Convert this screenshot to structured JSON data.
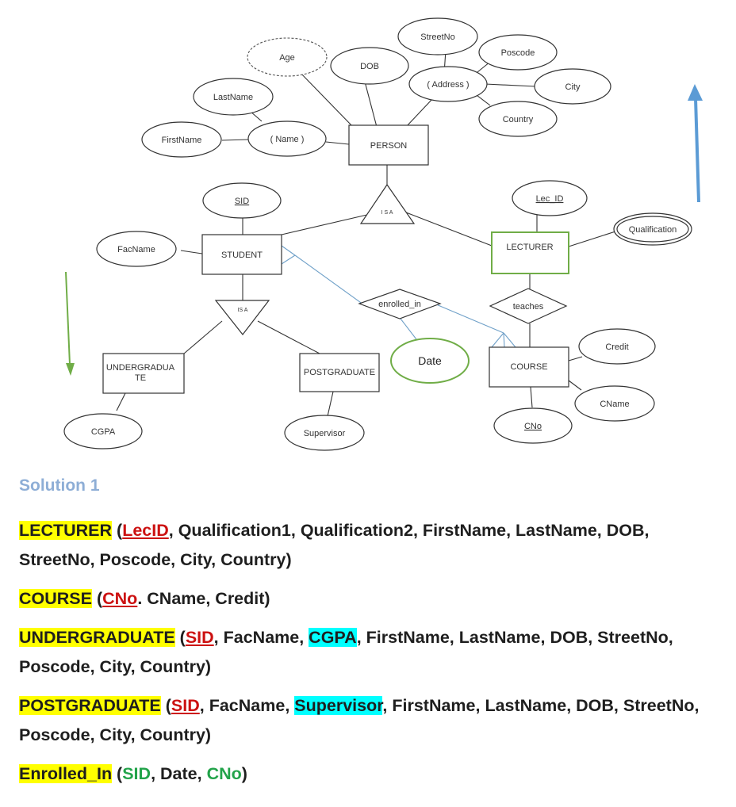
{
  "diagram": {
    "entities": {
      "person": "PERSON",
      "student": "STUDENT",
      "lecturer": "LECTURER",
      "undergraduate_line1": "UNDERGRADUA",
      "undergraduate_line2": "TE",
      "postgraduate": "POSTGRADUATE",
      "course": "COURSE"
    },
    "attributes": {
      "age": "Age",
      "dob": "DOB",
      "street_no": "StreetNo",
      "poscode": "Poscode",
      "address": "( Address )",
      "city": "City",
      "country": "Country",
      "last_name": "LastName",
      "first_name": "FirstName",
      "name": "( Name )",
      "sid": "SID",
      "fac_name": "FacName",
      "lec_id": "Lec_ID",
      "qualification": "Qualification",
      "credit": "Credit",
      "cname": "CName",
      "cno": "CNo",
      "cgpa": "CGPA",
      "supervisor": "Supervisor",
      "date": "Date"
    },
    "relationships": {
      "isa_top": "I S A",
      "isa_student": "IS A",
      "enrolled_in": "enrolled_in",
      "teaches": "teaches"
    },
    "arrow_colors": {
      "up": "#5b9bd5",
      "down": "#70ad47"
    }
  },
  "solution": {
    "heading": "Solution 1",
    "lecturer": {
      "name": "LECTURER",
      "open": " (",
      "key": "LecID",
      "rest": ", Qualification1, Qualification2, FirstName, LastName, DOB, StreetNo, Poscode, City, Country)"
    },
    "course": {
      "name": "COURSE",
      "open": " (",
      "key": "CNo",
      "rest": ". CName, Credit)"
    },
    "undergraduate": {
      "name": "UNDERGRADUATE",
      "open": " (",
      "key": "SID",
      "mid": ", FacName, ",
      "highlight": "CGPA",
      "rest": ", FirstName, LastName, DOB, StreetNo, Poscode, City, Country)"
    },
    "postgraduate": {
      "name": "POSTGRADUATE",
      "open": " (",
      "key": "SID",
      "mid": ", FacName, ",
      "highlight": "Supervisor",
      "rest": ", FirstName, LastName, DOB, StreetNo, Poscode, City, Country)"
    },
    "enrolled_in": {
      "name": "Enrolled_In",
      "open": " (",
      "fk1": "SID",
      "mid": ", Date, ",
      "fk2": "CNo",
      "close": ")"
    }
  }
}
